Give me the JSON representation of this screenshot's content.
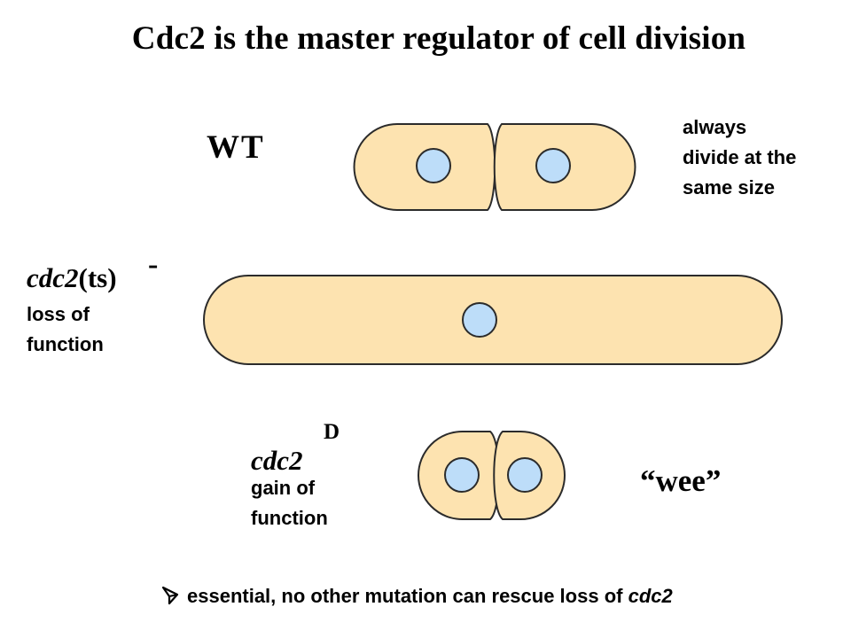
{
  "title": "Cdc2 is the master regulator of cell division",
  "wild_type": {
    "label": "WT",
    "note_lines": [
      "always",
      "divide at the",
      "same size"
    ]
  },
  "loss_of_function": {
    "name": "cdc2",
    "name_suffix": "(ts)",
    "superscript": "-",
    "note_lines": [
      "loss of",
      "function"
    ]
  },
  "gain_of_function": {
    "name": "cdc2",
    "superscript": "D",
    "note_lines": [
      "gain of",
      "function"
    ],
    "phenotype": "“wee”"
  },
  "footer": {
    "arrow_icon": "arrow-icon",
    "text": "essential, no other mutation can rescue loss of ",
    "gene": "cdc2"
  },
  "colors": {
    "cell_fill": "#FDE3B0",
    "cell_outline": "#2b2b2b",
    "nucleus_fill": "#BDDDF9"
  }
}
